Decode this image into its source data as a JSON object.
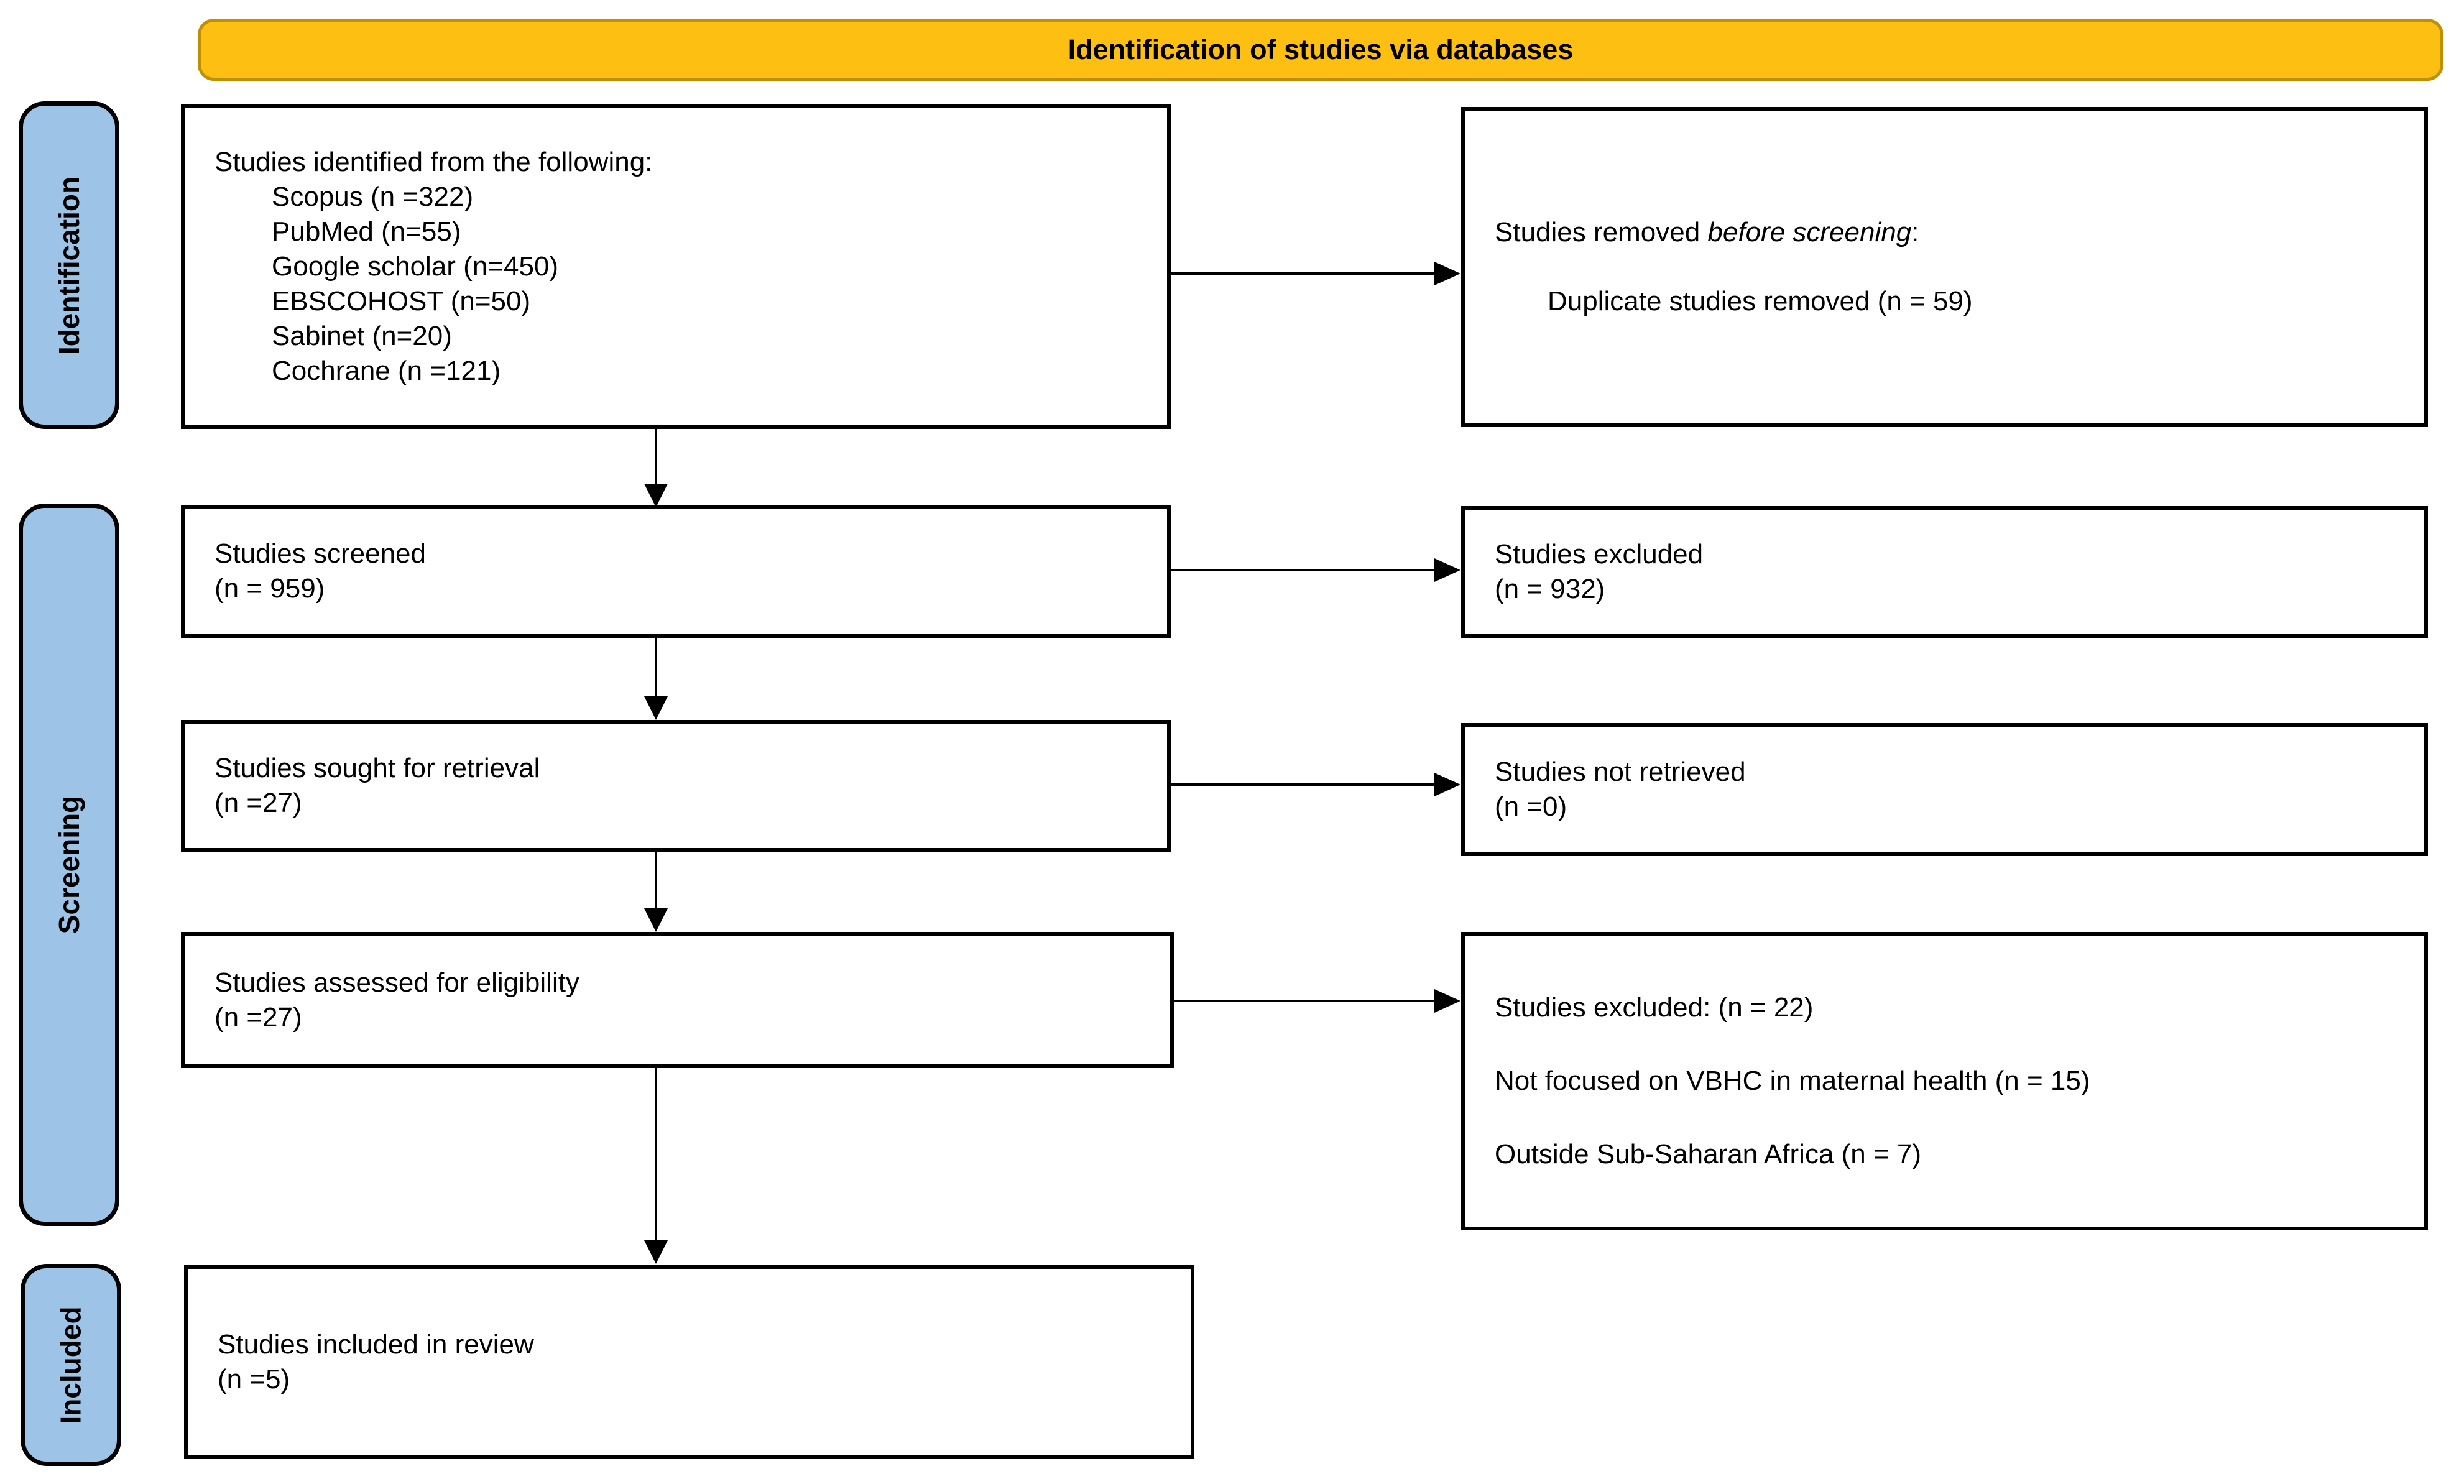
{
  "banner": {
    "title": "Identification of studies via databases"
  },
  "colors": {
    "banner_bg": "#FCBF12",
    "banner_border": "#BF9100",
    "stage_tab_bg": "#9DC3E6",
    "outline": "#000000",
    "background": "#FFFFFF"
  },
  "stages": [
    {
      "label": "Identification"
    },
    {
      "label": "Screening"
    },
    {
      "label": "Included"
    }
  ],
  "boxes": {
    "identified": {
      "title": "Studies identified from the following:",
      "items": [
        "Scopus (n =322)",
        "PubMed (n=55)",
        "Google scholar (n=450)",
        "EBSCOHOST (n=50)",
        "Sabinet (n=20)",
        "Cochrane (n =121)"
      ]
    },
    "removed": {
      "prefix": "Studies removed ",
      "emphasis": "before screening",
      "suffix": ":",
      "detail": "Duplicate studies removed (n = 59)"
    },
    "screened": {
      "line1": "Studies screened",
      "line2": "(n = 959)"
    },
    "excluded_screening": {
      "line1": "Studies excluded",
      "line2": "(n = 932)"
    },
    "sought": {
      "line1": "Studies sought for retrieval",
      "line2": "(n =27)"
    },
    "not_retrieved": {
      "line1": "Studies not retrieved",
      "line2": "(n =0)"
    },
    "assessed": {
      "line1": "Studies assessed for eligibility",
      "line2": "(n =27)"
    },
    "excluded_eligibility": {
      "lines": [
        "Studies excluded: (n = 22)",
        "Not focused on VBHC in maternal health (n = 15)",
        "Outside Sub-Saharan Africa (n = 7)"
      ]
    },
    "included": {
      "line1": "Studies included in review",
      "line2": "(n =5)"
    }
  }
}
